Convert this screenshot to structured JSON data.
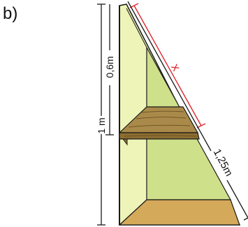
{
  "part_label": "b)",
  "labels": {
    "upper_height": "0,6m",
    "total_height": "1 m",
    "hypotenuse": "1,25m",
    "unknown": "x"
  },
  "colors": {
    "wall_face": "#eef4b8",
    "inner_wall": "#cfe08a",
    "shelf_wood": "#a98a4a",
    "shelf_grain": "#6b5322",
    "floor_wood": "#d4a95a",
    "edge": "#1a1a1a",
    "red_measure": "#e0262b"
  }
}
